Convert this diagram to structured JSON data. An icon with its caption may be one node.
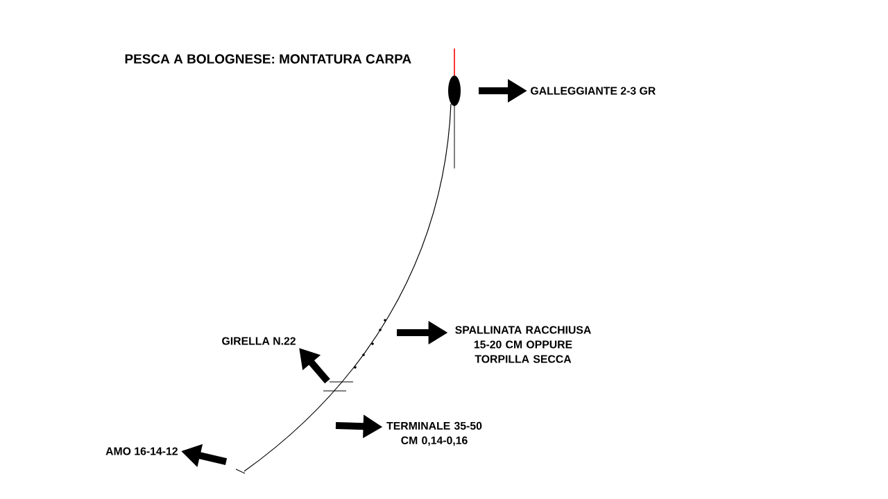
{
  "diagram": {
    "title": "PESCA A BOLOGNESE: MONTATURA CARPA",
    "nodes": [
      {
        "text": [
          "GALLEGGIANTE 2-3 GR"
        ]
      },
      {
        "text": [
          "SPALLINATA RACCHIUSA 15-20 CM OPPURE TORPILLA SECCA"
        ]
      },
      {
        "text": [
          "TERMINALE 35-50 CM 0,14-0,16"
        ]
      },
      {
        "text": [
          "GIRELLA N.22"
        ]
      },
      {
        "text": [
          "AMO 16-14-12"
        ]
      }
    ],
    "edges": [
      {
        "from": null,
        "to": 0,
        "arrow": "to"
      },
      {
        "from": null,
        "to": 1,
        "arrow": "to"
      },
      {
        "from": null,
        "to": 2,
        "arrow": "to"
      },
      {
        "from": null,
        "to": 3,
        "arrow": "to"
      },
      {
        "from": null,
        "to": 4,
        "arrow": "to"
      }
    ]
  }
}
